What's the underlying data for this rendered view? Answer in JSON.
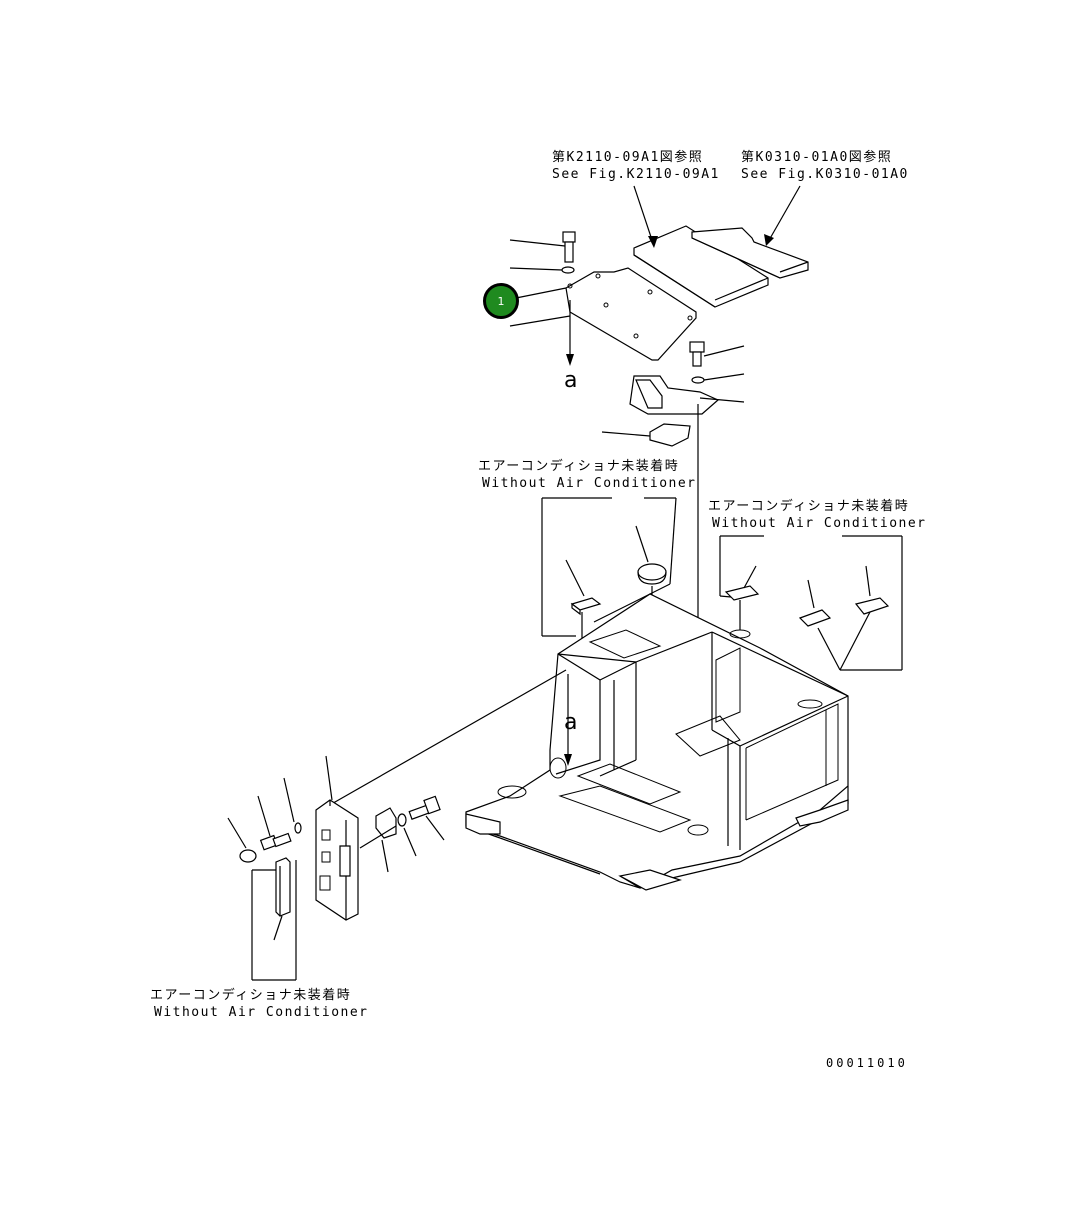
{
  "labels": {
    "ref_k2110_jp": "第K2110-09A1図参照",
    "ref_k2110_en": "See Fig.K2110-09A1",
    "ref_k0310_jp": "第K0310-01A0図参照",
    "ref_k0310_en": "See Fig.K0310-01A0",
    "no_ac_1_jp": "エアーコンディショナ未装着時",
    "no_ac_1_en": "Without Air Conditioner",
    "no_ac_2_jp": "エアーコンディショナ未装着時",
    "no_ac_2_en": "Without Air Conditioner",
    "no_ac_3_jp": "エアーコンディショナ未装着時",
    "no_ac_3_en": "Without Air Conditioner",
    "ref_a_top": "a",
    "ref_a_mid": "a",
    "drawing_number": "00011010"
  },
  "callouts": [
    {
      "number": "1",
      "color": "#1f8a1f"
    }
  ],
  "colors": {
    "line": "#000000",
    "background": "#ffffff",
    "callout_fill": "#1f8a1f"
  }
}
